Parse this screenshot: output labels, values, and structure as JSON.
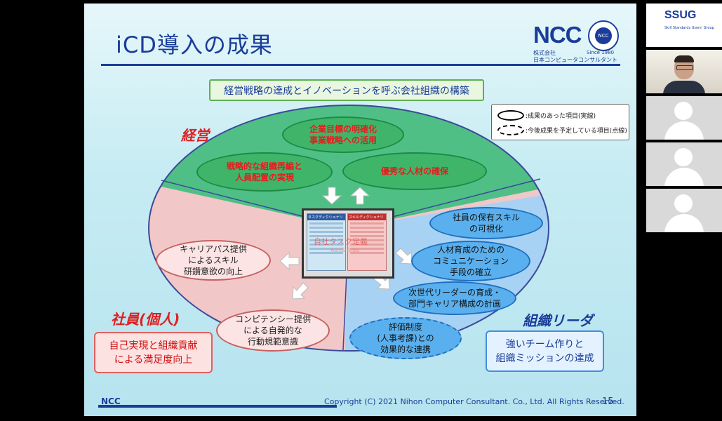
{
  "slide": {
    "title": "iCD導入の成果",
    "banner": "経営戦略の達成とイノベーションを呼ぶ会社組織の構築",
    "legend": {
      "solid": ":成果のあった項目(実線)",
      "dashed": ":今後成果を予定している項目(点線)"
    },
    "logo": {
      "name": "NCC",
      "company_line1": "株式会社",
      "company_line2": "日本コンピュータコンサルタント",
      "seal_text": "NCC",
      "since": "Since 1980"
    },
    "sections": {
      "management": "経営",
      "employee": "社員(個人)",
      "org_leader": "組織リーダ"
    },
    "management_items": [
      {
        "line1": "企業目標の明確化",
        "line2": "事業戦略への活用"
      },
      {
        "line1": "戦略的な組織再編と",
        "line2": "人員配置の実現"
      },
      {
        "line1": "優秀な人材の確保",
        "line2": ""
      }
    ],
    "employee_items": [
      {
        "line1": "キャリアパス提供",
        "line2": "によるスキル",
        "line3": "研鑽意欲の向上"
      },
      {
        "line1": "コンピテンシー提供",
        "line2": "による自発的な",
        "line3": "行動規範意識"
      }
    ],
    "leader_items": [
      {
        "line1": "社員の保有スキル",
        "line2": "の可視化",
        "line3": ""
      },
      {
        "line1": "人材育成のための",
        "line2": "コミュニケーション",
        "line3": "手段の確立"
      },
      {
        "line1": "次世代リーダーの育成・",
        "line2": "部門キャリア構成の計画",
        "line3": ""
      },
      {
        "line1": "評価制度",
        "line2": "(人事考課)との",
        "line3": "効果的な連携"
      }
    ],
    "center": {
      "left_header": "タスクディクショナリ",
      "right_header": "スキルディクショナリ",
      "overlay": "自社タスク定義",
      "overlay2": "AsIs&ToBe"
    },
    "employee_result": {
      "line1": "自己実現と組織貢献",
      "line2": "による満足度向上"
    },
    "leader_result": {
      "line1": "強いチーム作りと",
      "line2": "組織ミッションの達成"
    },
    "footer": {
      "left": "NCC",
      "copyright": "Copyright (C) 2021 Nihon Computer Consultant. Co., Ltd. All Rights Reserved.",
      "page": "15"
    }
  },
  "sidebar": {
    "logo_text": "SSUG",
    "logo_sub": "Skill Standards Users' Group"
  }
}
